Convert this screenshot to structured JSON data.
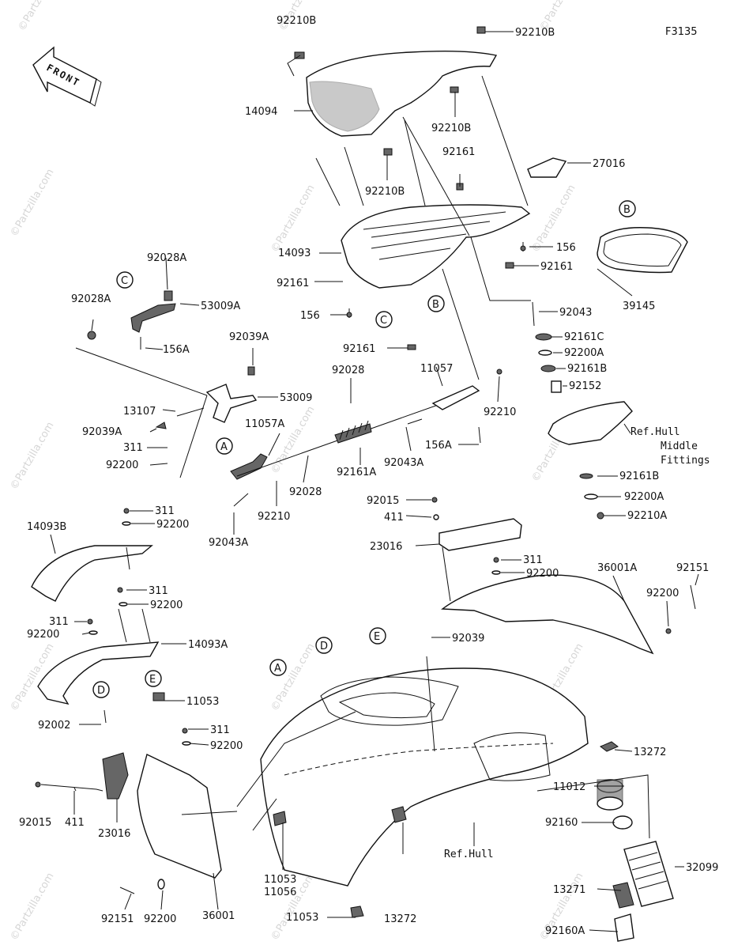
{
  "figure_code": "F3135",
  "front_label": "FRONT",
  "watermark": "©Partzilla.com",
  "ref_labels": {
    "hull": "Ref.Hull",
    "hull_middle_1": "Ref.Hull",
    "hull_middle_2": "Middle",
    "hull_middle_3": "Fittings"
  },
  "callouts": [
    "A",
    "B",
    "C",
    "D",
    "E"
  ],
  "parts": [
    {
      "id": "p01",
      "label": "92210B"
    },
    {
      "id": "p02",
      "label": "92210B"
    },
    {
      "id": "p03",
      "label": "14094"
    },
    {
      "id": "p04",
      "label": "92210B"
    },
    {
      "id": "p05",
      "label": "92210B"
    },
    {
      "id": "p06",
      "label": "92161"
    },
    {
      "id": "p07",
      "label": "27016"
    },
    {
      "id": "p08",
      "label": "14093"
    },
    {
      "id": "p09",
      "label": "156"
    },
    {
      "id": "p10",
      "label": "92161"
    },
    {
      "id": "p11",
      "label": "92161"
    },
    {
      "id": "p12",
      "label": "156"
    },
    {
      "id": "p13",
      "label": "92161"
    },
    {
      "id": "p14",
      "label": "39145"
    },
    {
      "id": "p15",
      "label": "92028A"
    },
    {
      "id": "p16",
      "label": "92028A"
    },
    {
      "id": "p17",
      "label": "53009A"
    },
    {
      "id": "p18",
      "label": "156A"
    },
    {
      "id": "p19",
      "label": "92043"
    },
    {
      "id": "p20",
      "label": "92161C"
    },
    {
      "id": "p21",
      "label": "92200A"
    },
    {
      "id": "p22",
      "label": "92161B"
    },
    {
      "id": "p23",
      "label": "92152"
    },
    {
      "id": "p24",
      "label": "92039A"
    },
    {
      "id": "p25",
      "label": "53009"
    },
    {
      "id": "p26",
      "label": "92028"
    },
    {
      "id": "p27",
      "label": "11057"
    },
    {
      "id": "p28",
      "label": "13107"
    },
    {
      "id": "p29",
      "label": "92039A"
    },
    {
      "id": "p30",
      "label": "11057A"
    },
    {
      "id": "p31",
      "label": "92210"
    },
    {
      "id": "p32",
      "label": "311"
    },
    {
      "id": "p33",
      "label": "92200"
    },
    {
      "id": "p34",
      "label": "92161A"
    },
    {
      "id": "p35",
      "label": "92043A"
    },
    {
      "id": "p36",
      "label": "156A"
    },
    {
      "id": "p37",
      "label": "92161B"
    },
    {
      "id": "p38",
      "label": "92028"
    },
    {
      "id": "p39",
      "label": "92210"
    },
    {
      "id": "p40",
      "label": "92200A"
    },
    {
      "id": "p41",
      "label": "92043A"
    },
    {
      "id": "p42",
      "label": "92015"
    },
    {
      "id": "p43",
      "label": "92210A"
    },
    {
      "id": "p44",
      "label": "311"
    },
    {
      "id": "p45",
      "label": "411"
    },
    {
      "id": "p46",
      "label": "14093B"
    },
    {
      "id": "p47",
      "label": "92200"
    },
    {
      "id": "p48",
      "label": "23016"
    },
    {
      "id": "p49",
      "label": "311"
    },
    {
      "id": "p50",
      "label": "92200"
    },
    {
      "id": "p51",
      "label": "36001A"
    },
    {
      "id": "p52",
      "label": "92151"
    },
    {
      "id": "p53",
      "label": "311"
    },
    {
      "id": "p54",
      "label": "92200"
    },
    {
      "id": "p55",
      "label": "92200"
    },
    {
      "id": "p56",
      "label": "311"
    },
    {
      "id": "p57",
      "label": "92200"
    },
    {
      "id": "p58",
      "label": "14093A"
    },
    {
      "id": "p59",
      "label": "92039"
    },
    {
      "id": "p60",
      "label": "11053"
    },
    {
      "id": "p61",
      "label": "92002"
    },
    {
      "id": "p62",
      "label": "311"
    },
    {
      "id": "p63",
      "label": "13272"
    },
    {
      "id": "p64",
      "label": "92200"
    },
    {
      "id": "p65",
      "label": "11012"
    },
    {
      "id": "p66",
      "label": "92015"
    },
    {
      "id": "p67",
      "label": "411"
    },
    {
      "id": "p68",
      "label": "23016"
    },
    {
      "id": "p69",
      "label": "92160"
    },
    {
      "id": "p70",
      "label": "32099"
    },
    {
      "id": "p71",
      "label": "11053"
    },
    {
      "id": "p72",
      "label": "11056"
    },
    {
      "id": "p73",
      "label": "13271"
    },
    {
      "id": "p74",
      "label": "36001"
    },
    {
      "id": "p75",
      "label": "92151"
    },
    {
      "id": "p76",
      "label": "92200"
    },
    {
      "id": "p77",
      "label": "11053"
    },
    {
      "id": "p78",
      "label": "13272"
    },
    {
      "id": "p79",
      "label": "92160A"
    }
  ]
}
